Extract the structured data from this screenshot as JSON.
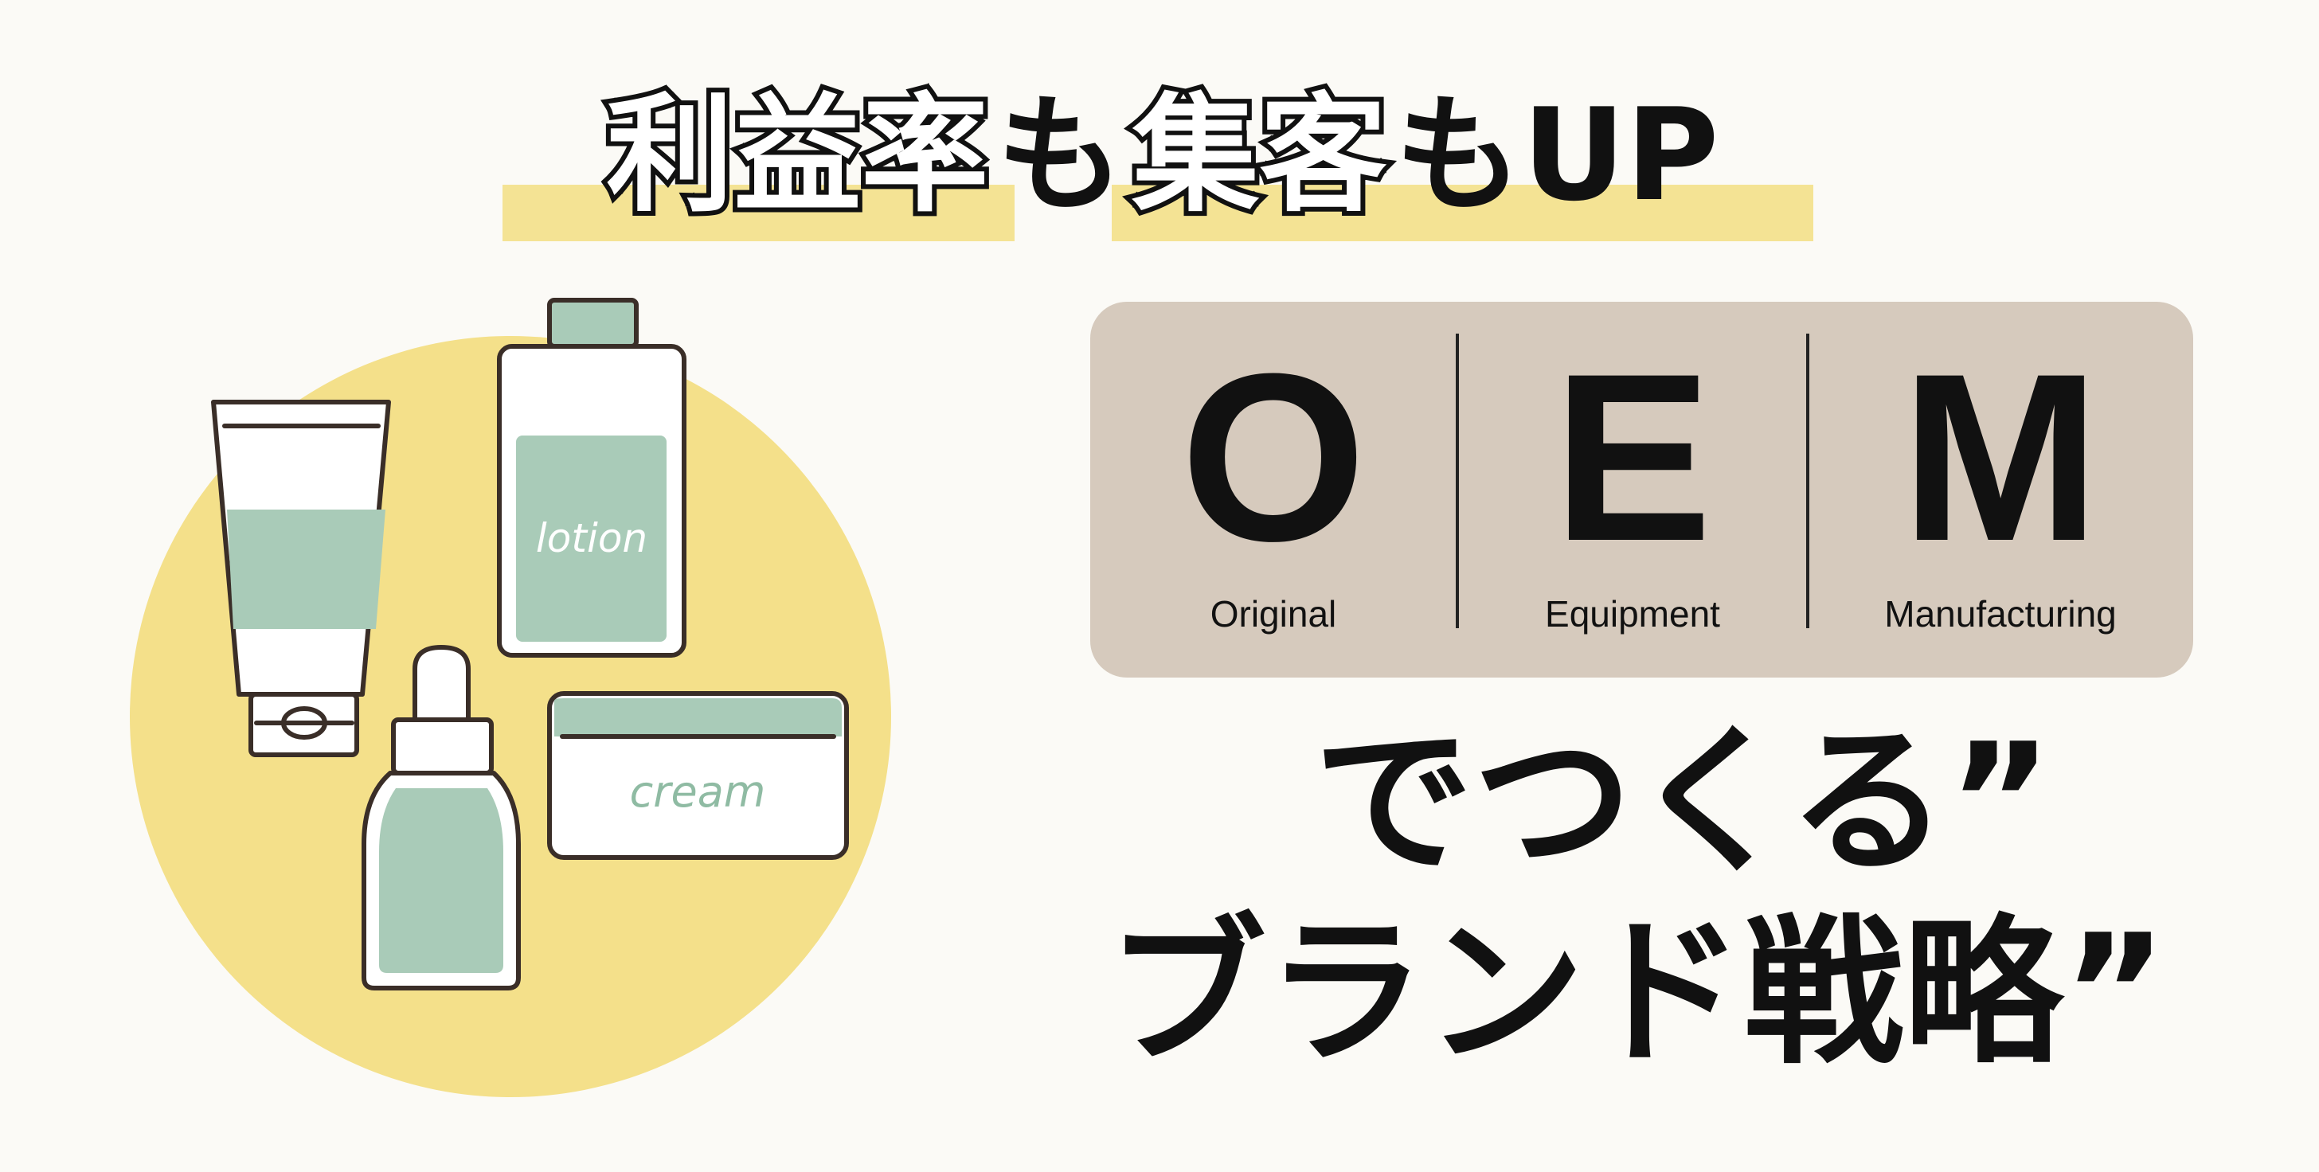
{
  "headline": {
    "part1": "利益率",
    "part2": "も",
    "part3": "集客",
    "part4": "もUP"
  },
  "illustration": {
    "lotion_label": "lotion",
    "cream_label": "cream"
  },
  "oem": {
    "items": [
      {
        "letter": "O",
        "word": "Original"
      },
      {
        "letter": "E",
        "word": "Equipment"
      },
      {
        "letter": "M",
        "word": "Manufacturing"
      }
    ]
  },
  "tagline": {
    "line1": "でつくる”",
    "line2": "ブランド戦略”"
  },
  "colors": {
    "background": "#fbfaf6",
    "yellow": "#f4e08a",
    "green": "#a9cbb8",
    "outline": "#3a2e28",
    "box": "#d6cabd"
  }
}
